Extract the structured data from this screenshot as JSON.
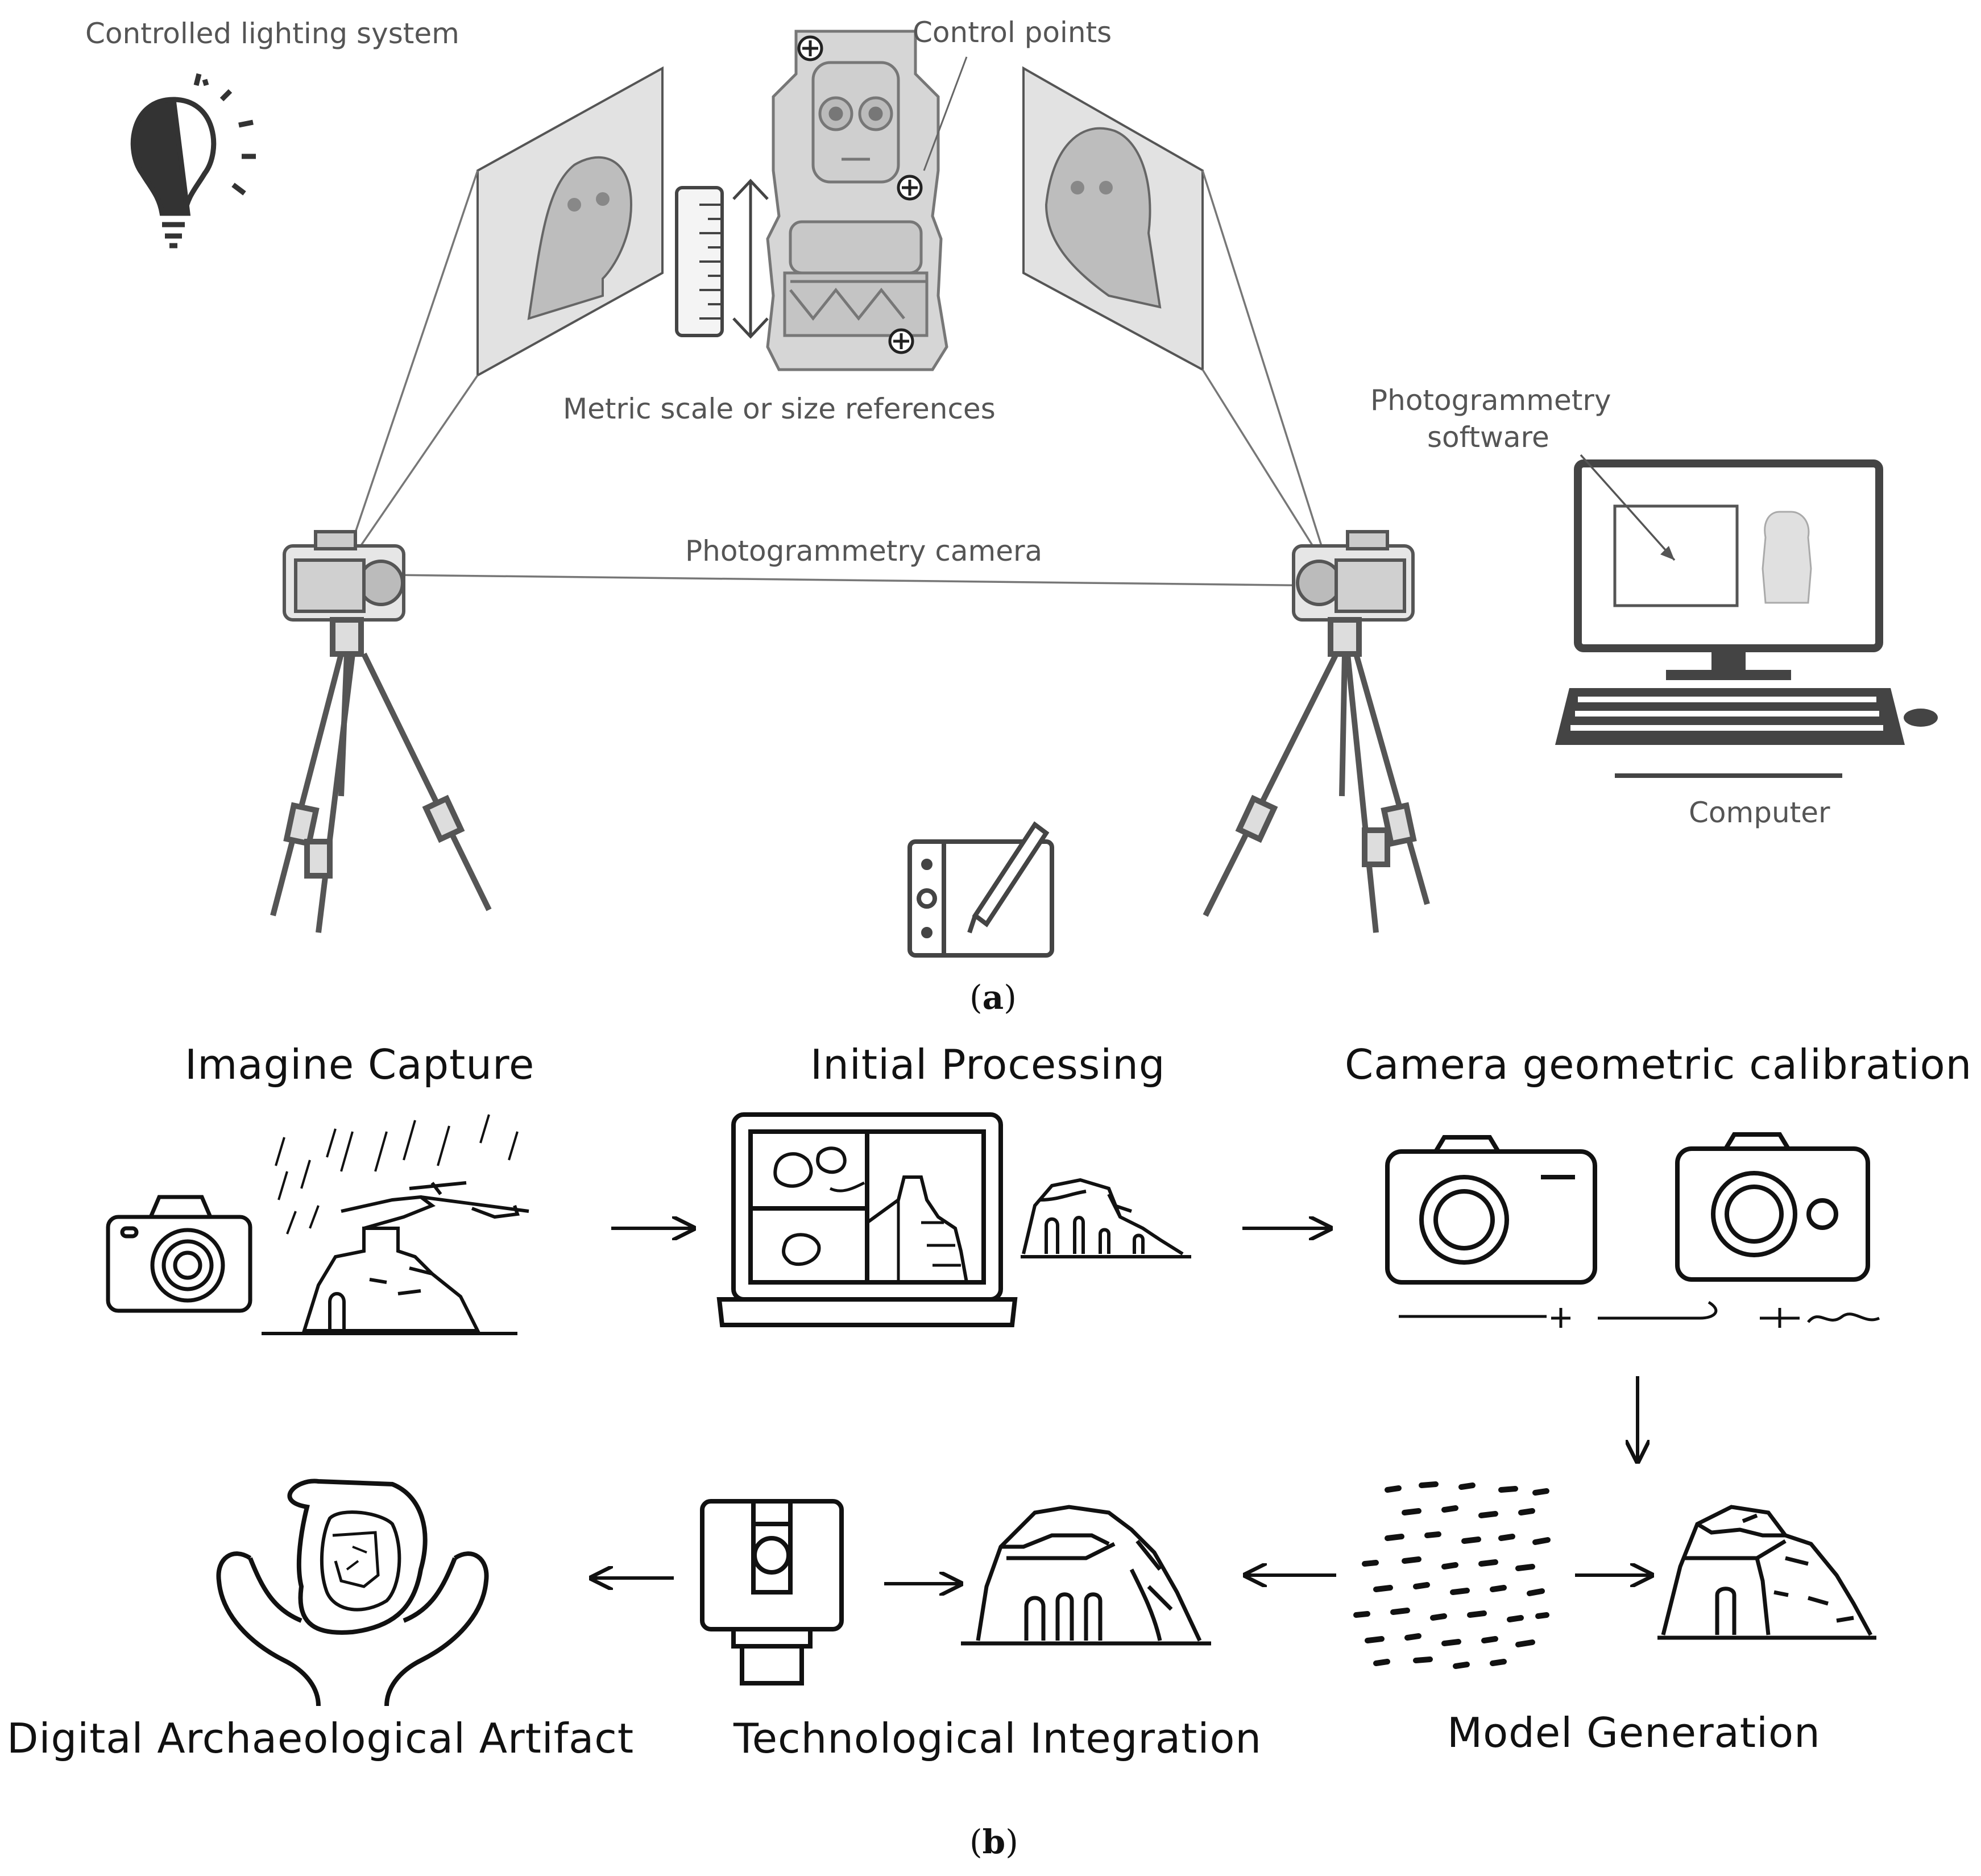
{
  "panel_a": {
    "letter": "a",
    "labels": {
      "lighting": "Controlled lighting system",
      "control_points": "Control points",
      "scale": "Metric scale or size references",
      "software": "Photogrammetry",
      "software_line2": "software",
      "camera": "Photogrammetry camera",
      "computer": "Computer"
    }
  },
  "panel_b": {
    "letter": "b",
    "steps": {
      "capture": "Imagine Capture",
      "initial": "Initial Processing",
      "calibration": "Camera geometric calibration",
      "model": "Model Generation",
      "integration": "Technological Integration",
      "artifact": "Digital Archaeological Artifact"
    }
  },
  "icons": [
    "light-bulb-icon",
    "statue-icon",
    "ruler-icon",
    "photo-frame-icon",
    "camera-icon",
    "tripod-icon",
    "computer-icon",
    "drawing-tablet-icon",
    "laptop-icon",
    "rock-formation-icon",
    "point-cloud-icon",
    "laser-scanner-icon",
    "hands-artifact-icon",
    "arrow-icon"
  ],
  "colors": {
    "ink": "#111111",
    "sketch": "#555555",
    "fill": "#d9d9d9"
  }
}
